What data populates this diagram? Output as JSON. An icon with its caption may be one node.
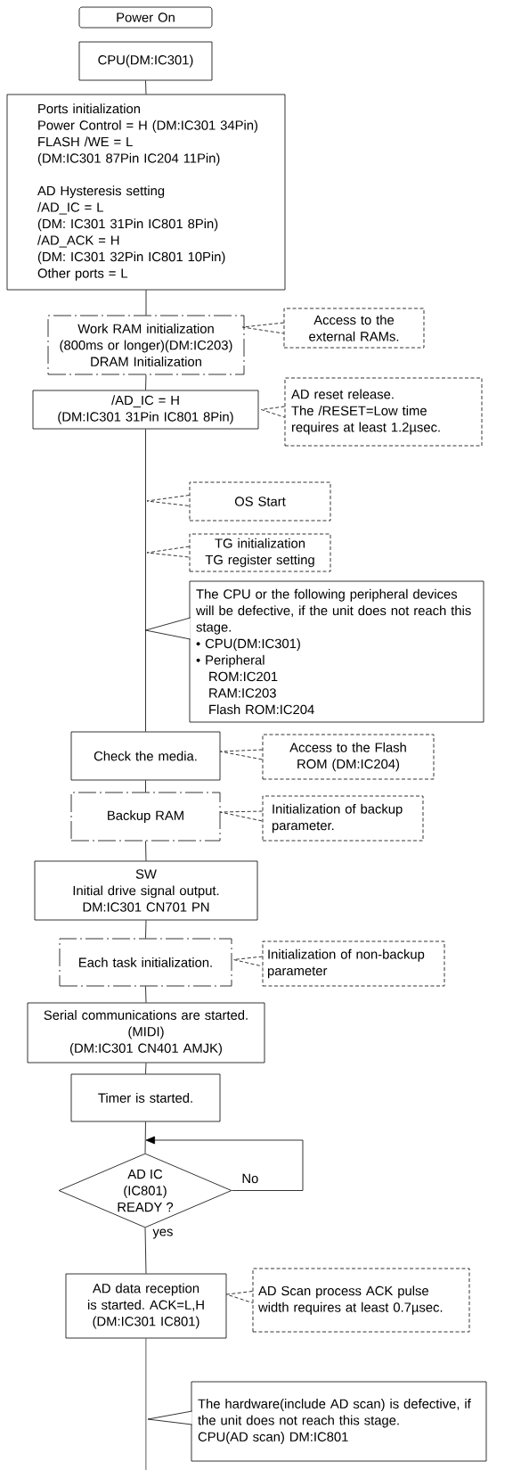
{
  "diagram": {
    "nodes": [
      {
        "text": [
          "Power On"
        ]
      },
      {
        "text": [
          "CPU(DM:IC301)"
        ]
      },
      {
        "text": [
          "Ports initialization",
          "Power Control = H (DM:IC301 34Pin)",
          "FLASH /WE = L",
          "(DM:IC301 87Pin IC204 11Pin)",
          "AD Hysteresis setting",
          "/AD_IC = L",
          "(DM: IC301 31Pin IC801 8Pin)",
          "/AD_ACK = H",
          "(DM: IC301 32Pin IC801 10Pin)",
          "Other ports = L"
        ]
      },
      {
        "text": [
          "Work RAM initialization",
          "(800ms or longer)(DM:IC203)",
          "DRAM Initialization"
        ]
      },
      {
        "text": [
          "Access to the external RAMs."
        ]
      },
      {
        "text": [
          "/AD_IC = H",
          "(DM:IC301 31Pin IC801 8Pin)"
        ]
      },
      {
        "text": [
          "AD reset release.",
          "The /RESET=Low time requires at least 1.2µsec."
        ]
      },
      {
        "text": [
          "OS Start"
        ]
      },
      {
        "text": [
          "TG initialization",
          "TG register setting"
        ]
      },
      {
        "text": [
          "The CPU or the following peripheral devices will be defective, if the unit does not reach this stage.",
          "• CPU(DM:IC301)",
          "• Peripheral",
          "ROM:IC201",
          "RAM:IC203",
          "Flash ROM:IC204"
        ]
      },
      {
        "text": [
          "Check the media."
        ]
      },
      {
        "text": [
          "Access to the Flash ROM (DM:IC204)"
        ]
      },
      {
        "text": [
          "Backup RAM"
        ]
      },
      {
        "text": [
          "Initialization of backup parameter."
        ]
      },
      {
        "text": [
          "SW",
          "Initial drive signal output.",
          "DM:IC301 CN701 PN"
        ]
      },
      {
        "text": [
          "Each task initialization."
        ]
      },
      {
        "text": [
          "Initialization of non-backup parameter"
        ]
      },
      {
        "text": [
          "Serial communications are started.",
          "(MIDI)",
          "(DM:IC301 CN401 AMJK)"
        ]
      },
      {
        "text": [
          "Timer is started."
        ]
      },
      {
        "text": [
          "AD IC",
          "(IC801)",
          "READY ?"
        ]
      },
      {
        "text": [
          "AD data reception is started. ACK=L,H",
          "(DM:IC301 IC801)"
        ]
      },
      {
        "text": [
          "AD Scan process ACK pulse width requires at least 0.7µsec."
        ]
      },
      {
        "text": [
          "The hardware(include AD scan) is defective, if the unit does not reach this stage.",
          "CPU(AD scan) DM:IC801"
        ]
      }
    ],
    "edges": [
      {
        "from": 1,
        "to": 2,
        "arrow": "none"
      },
      {
        "from": 2,
        "to": 3,
        "arrow": "none"
      },
      {
        "from": 3,
        "to": 5,
        "arrow": "none"
      },
      {
        "from": 4,
        "to": 3,
        "arrow": "to",
        "style": "dashed"
      },
      {
        "from": 6,
        "to": 5,
        "arrow": "to",
        "style": "dashed"
      },
      {
        "from": 5,
        "to": 10,
        "arrow": "none"
      },
      {
        "from": 7,
        "to": null,
        "arrow": "to",
        "style": "dashed"
      },
      {
        "from": 8,
        "to": null,
        "arrow": "to",
        "style": "dashed"
      },
      {
        "from": 9,
        "to": null,
        "arrow": "to"
      },
      {
        "from": 11,
        "to": 10,
        "arrow": "to",
        "style": "dashed"
      },
      {
        "from": 10,
        "to": 12,
        "arrow": "none"
      },
      {
        "from": 13,
        "to": 12,
        "arrow": "to",
        "style": "dashed"
      },
      {
        "from": 12,
        "to": 14,
        "arrow": "none"
      },
      {
        "from": 14,
        "to": 15,
        "arrow": "none"
      },
      {
        "from": 16,
        "to": 15,
        "arrow": "to",
        "style": "dashed"
      },
      {
        "from": 15,
        "to": 17,
        "arrow": "none"
      },
      {
        "from": 17,
        "to": 18,
        "arrow": "none"
      },
      {
        "from": 18,
        "to": 19,
        "arrow": "none"
      },
      {
        "from": 19,
        "to": 19,
        "arrow": "to",
        "label": "No"
      },
      {
        "from": 19,
        "to": 20,
        "arrow": "none",
        "label": "yes"
      },
      {
        "from": 21,
        "to": 20,
        "arrow": "to",
        "style": "dashed"
      },
      {
        "from": 20,
        "to": null,
        "arrow": "none"
      },
      {
        "from": 22,
        "to": null,
        "arrow": "to"
      }
    ]
  }
}
